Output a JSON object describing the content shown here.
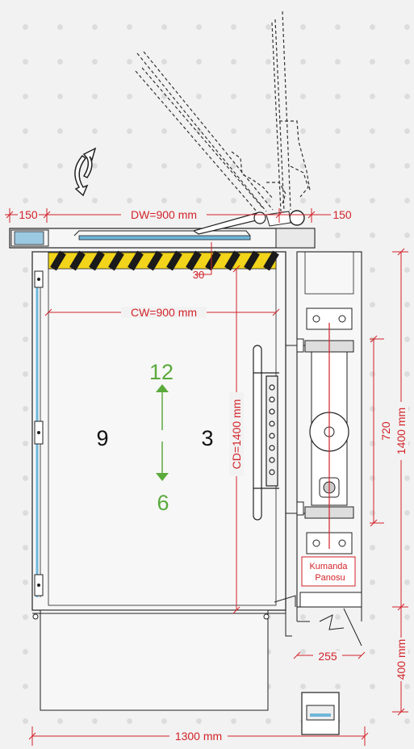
{
  "colors": {
    "dimension": "#d2232a",
    "direction": "#5aaa3c",
    "hazard_yellow": "#f2d41a",
    "glass": "#6fb6d9"
  },
  "dimensions": {
    "left_offset": "150",
    "door_width": "DW=900 mm",
    "right_offset": "150",
    "sill_gap": "30",
    "cabin_width": "CW=900 mm",
    "cabin_depth": "CD=1400 mm",
    "rail_span": "720",
    "shaft_depth": "1400 mm",
    "counterweight": "255",
    "pit_extension": "400 mm",
    "total_width": "1300 mm"
  },
  "positions": {
    "top": "12",
    "bottom": "6",
    "left": "9",
    "right": "3"
  },
  "control_panel": {
    "line1": "Kumanda",
    "line2": "Panosu"
  },
  "icons": {
    "rotate": "rotate-arrows-icon",
    "handrail": "handrail-icon",
    "button_panel": "call-button-panel-icon",
    "arrow_up": "arrow-up-icon",
    "arrow_down": "arrow-down-icon"
  }
}
